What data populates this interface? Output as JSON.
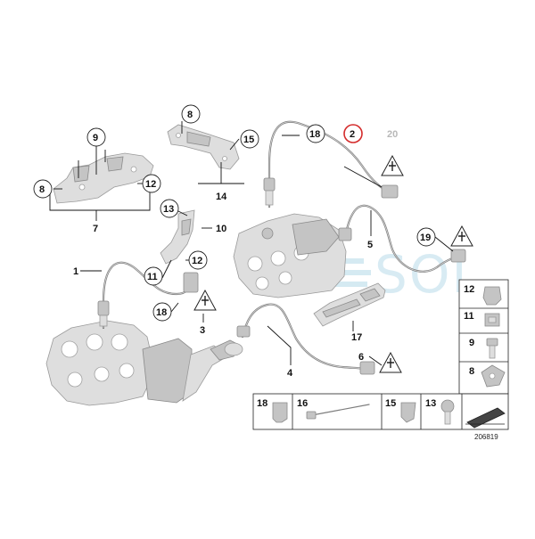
{
  "diagram_id": "206819",
  "callouts": {
    "c1": "1",
    "c2": "2",
    "c3": "3",
    "c4": "4",
    "c5": "5",
    "c6": "6",
    "c7": "7",
    "c8a": "8",
    "c8b": "8",
    "c9": "9",
    "c10": "10",
    "c11": "11",
    "c12a": "12",
    "c12b": "12",
    "c13": "13",
    "c14": "14",
    "c15": "15",
    "c17": "17",
    "c18a": "18",
    "c18b": "18",
    "c19": "19",
    "c20": "20"
  },
  "legend_panel": {
    "side": [
      "12",
      "11",
      "9",
      "8"
    ],
    "bottom": [
      "18",
      "16",
      "15",
      "13"
    ]
  },
  "watermark": "SOL",
  "highlight_color": "#d42b2b"
}
